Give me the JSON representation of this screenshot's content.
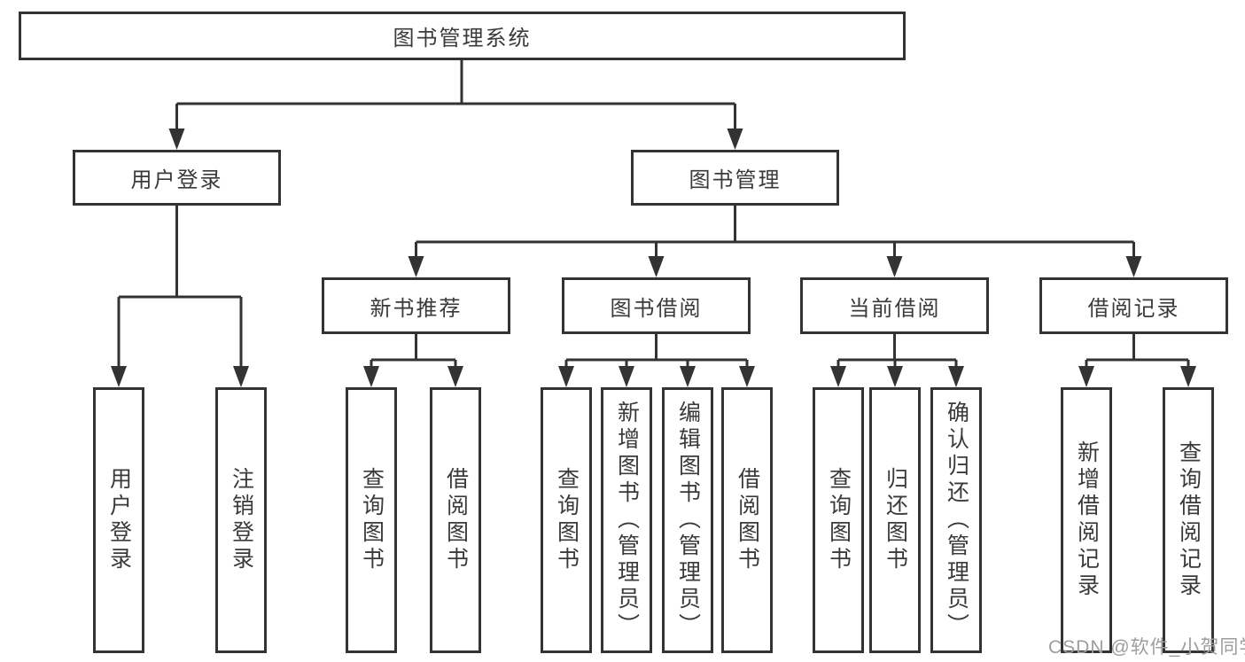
{
  "diagram": {
    "title_node": {
      "label": "图书管理系统"
    },
    "level2": [
      {
        "label": "用户登录"
      },
      {
        "label": "图书管理"
      }
    ],
    "level3": [
      {
        "label": "新书推荐"
      },
      {
        "label": "图书借阅"
      },
      {
        "label": "当前借阅"
      },
      {
        "label": "借阅记录"
      }
    ],
    "leaves": [
      {
        "label": "用户登录"
      },
      {
        "label": "注销登录"
      },
      {
        "label": "查询图书"
      },
      {
        "label": "借阅图书"
      },
      {
        "label": "查询图书"
      },
      {
        "label": "新增图书（管理员）"
      },
      {
        "label": "编辑图书（管理员）"
      },
      {
        "label": "借阅图书"
      },
      {
        "label": "查询图书"
      },
      {
        "label": "归还图书"
      },
      {
        "label": "确认归还（管理员）"
      },
      {
        "label": "新增借阅记录"
      },
      {
        "label": "查询借阅记录"
      }
    ],
    "colors": {
      "line": "#333333",
      "text": "#3a3a3a",
      "background": "#ffffff",
      "watermark": "#9d9d9d"
    }
  },
  "watermark": {
    "text": "CSDN @软件_小贺同学"
  }
}
